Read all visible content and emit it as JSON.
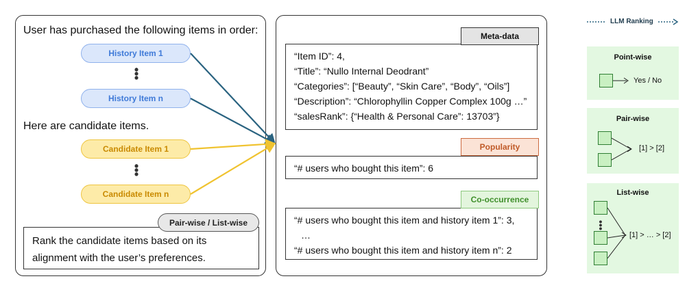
{
  "left": {
    "intro": "User has purchased the following items in order:",
    "history_first": "History Item 1",
    "history_last": "History Item n",
    "candidates_intro": "Here are candidate items.",
    "candidate_first": "Candidate Item 1",
    "candidate_last": "Candidate Item n",
    "tag": "Pair-wise / List-wise",
    "instruction_line1": "Rank the candidate items based on its",
    "instruction_line2": "alignment with the user’s preferences."
  },
  "middle": {
    "meta_label": "Meta-data",
    "meta_lines": [
      "“Item ID”: 4,",
      "“Title”: “Nullo Internal Deodrant”",
      "“Categories”: [“Beauty”, “Skin Care”, “Body”, “Oils”]",
      "“Description”: “Chlorophyllin Copper Complex 100g …”",
      "“salesRank”: {“Health & Personal Care”: 13703”}"
    ],
    "popularity_label": "Popularity",
    "popularity_line": "“# users who bought this item”: 6",
    "cooc_label": "Co-occurrence",
    "cooc_lines": [
      "“# users who bought this item and history item 1”: 3,",
      "…",
      "“# users who bought this item and history item n”: 2"
    ]
  },
  "right": {
    "legend": "LLM Ranking",
    "pointwise_title": "Point-wise",
    "pointwise_out": "Yes / No",
    "pairwise_title": "Pair-wise",
    "pairwise_out": "[1] > [2]",
    "listwise_title": "List-wise",
    "listwise_out": "[1] > … > [2]"
  },
  "colors": {
    "history_arrow": "#2a6380",
    "candidate_arrow": "#f0c330",
    "green_panel": "#e3f8e1"
  }
}
